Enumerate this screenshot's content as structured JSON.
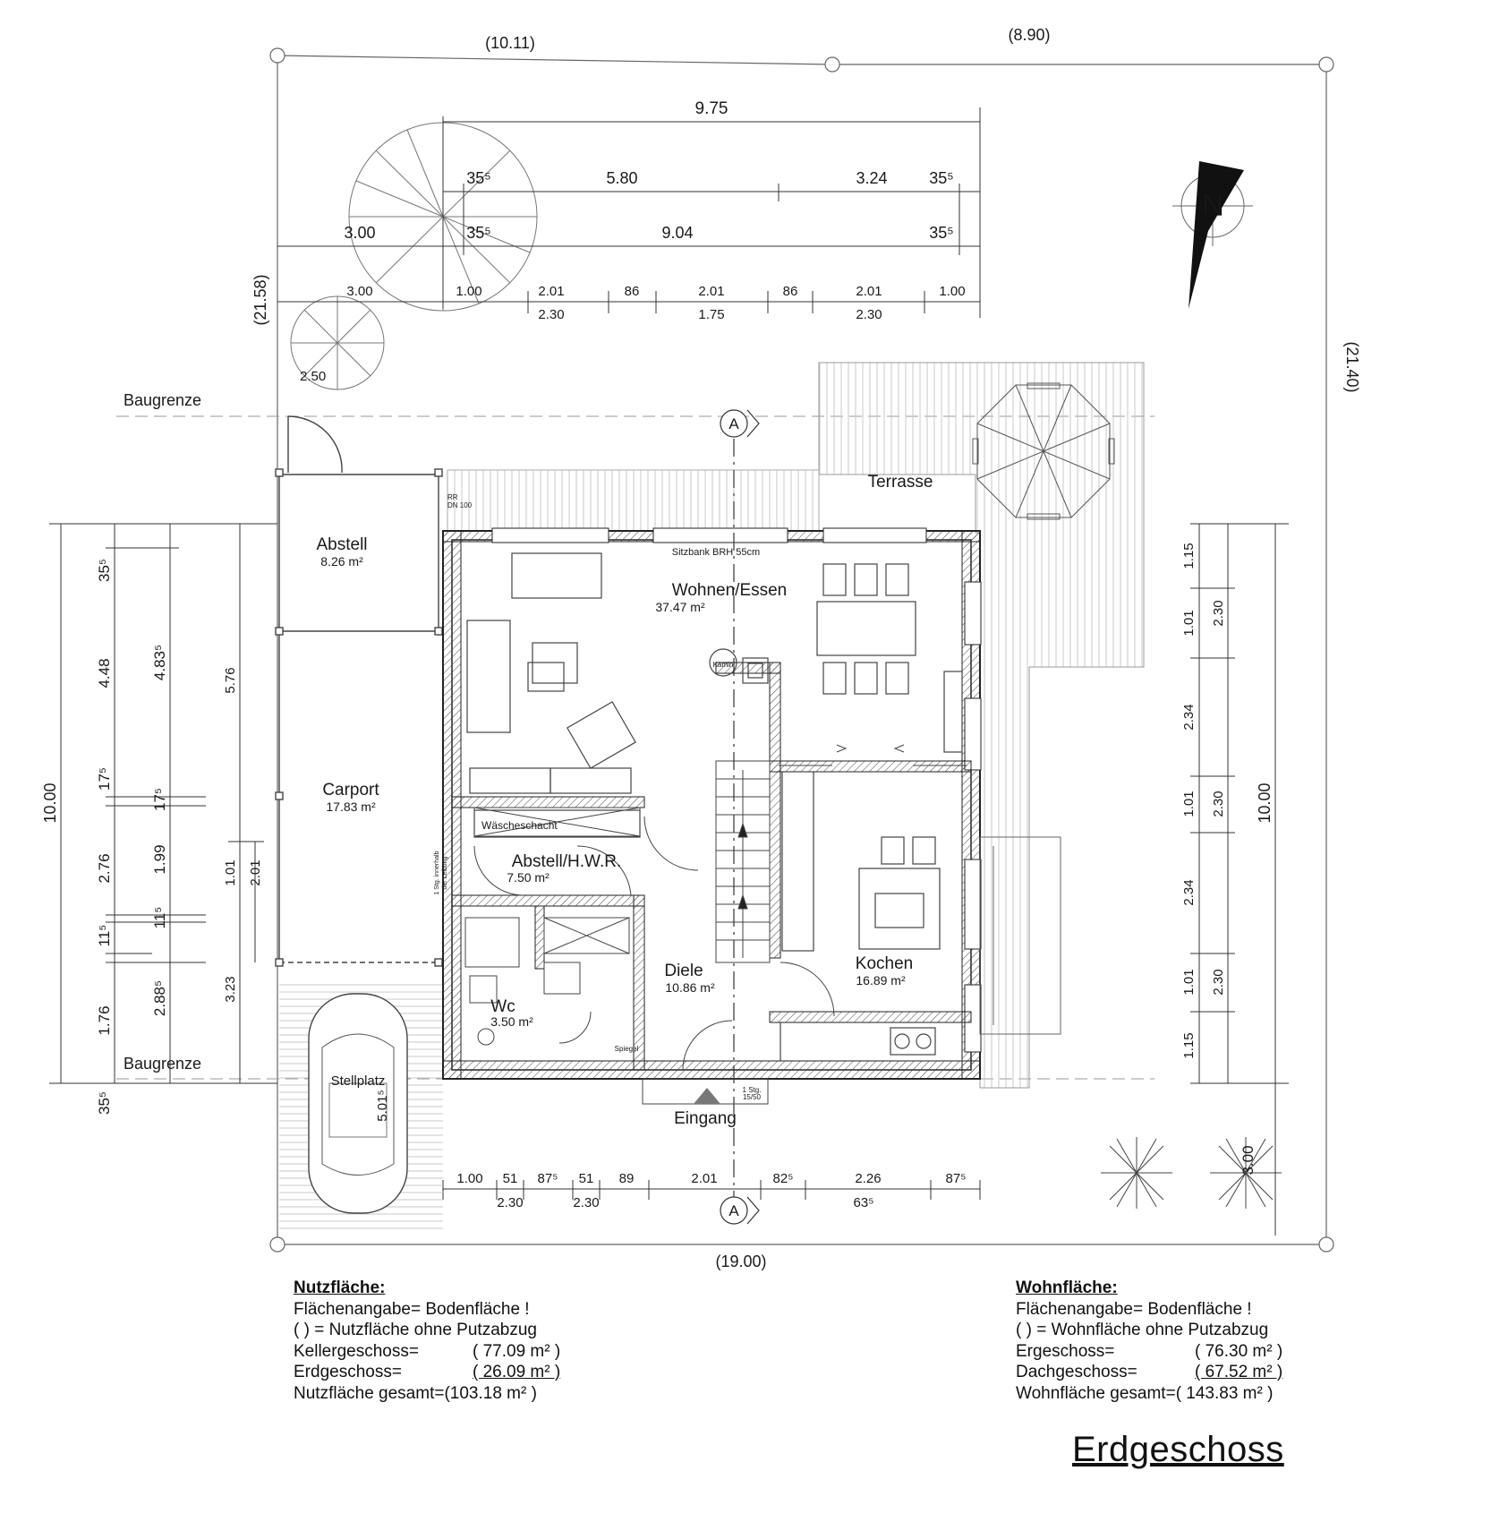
{
  "plot": {
    "width_top_left": "(10.11)",
    "width_top_right": "(8.90)",
    "depth_left": "(21.58)",
    "depth_right": "(21.40)",
    "width_bottom": "(19.00)",
    "building_limit": "Baugrenze"
  },
  "dims_top": {
    "overall": "9.75",
    "row2_a": "35⁵",
    "row2_b": "5.80",
    "row2_c": "3.24",
    "row2_d": "35⁵",
    "row3_a": "3.00",
    "row3_b": "35⁵",
    "row3_c": "9.04",
    "row3_d": "35⁵",
    "row4": [
      "3.00",
      "1.00",
      "2.01",
      "86",
      "2.01",
      "86",
      "2.01",
      "1.00"
    ],
    "row5": [
      "2.30",
      "1.75",
      "2.30"
    ],
    "tree_small": "2.50"
  },
  "dims_left": {
    "overall": "10.00",
    "col2": [
      "35⁵",
      "4.48",
      "17⁵",
      "2.76",
      "11⁵",
      "1.76",
      "35⁵"
    ],
    "col3": [
      "4.83⁵",
      "17⁵",
      "1.99",
      "11⁵",
      "2.88⁵"
    ],
    "col4": [
      "5.76",
      "1.01",
      "3.23"
    ],
    "col5": [
      "2.01"
    ]
  },
  "dims_right": {
    "overall": "10.00",
    "col1": [
      "1.15",
      "1.01",
      "2.34",
      "1.01",
      "2.34",
      "1.01",
      "1.15"
    ],
    "col2": [
      "2.30",
      "2.30",
      "2.30"
    ],
    "tree": "3.00"
  },
  "dims_bottom": {
    "row1": [
      "1.00",
      "51",
      "87⁵",
      "51",
      "89",
      "2.01",
      "82⁵",
      "2.26",
      "87⁵"
    ],
    "row2": [
      "2.30",
      "2.30",
      "63⁵"
    ]
  },
  "rooms": {
    "abstell_name": "Abstell",
    "abstell_area": "8.26 m²",
    "carport_name": "Carport",
    "carport_area": "17.83 m²",
    "wohnen_name": "Wohnen/Essen",
    "wohnen_area": "37.47 m²",
    "hwr_name": "Abstell/H.W.R.",
    "hwr_area": "7.50 m²",
    "wc_name": "Wc",
    "wc_area": "3.50 m²",
    "diele_name": "Diele",
    "diele_area": "10.86 m²",
    "kochen_name": "Kochen",
    "kochen_area": "16.89 m²",
    "terrasse": "Terrasse",
    "stellplatz": "Stellplatz",
    "stellplatz_dim": "5.01⁵",
    "eingang": "Eingang"
  },
  "notes": {
    "sitzbank": "Sitzbank  BRH 55cm",
    "rr": "RR",
    "dn": "DN 100",
    "kamin": "Kamin",
    "waeschechacht": "Wäscheschacht",
    "stg_leibung_1": "1 Stg. innerhalb",
    "stg_leibung_2": "der Leibung",
    "stg_entry_1": "1 Stg.",
    "stg_entry_2": "15/50",
    "spiegel": "Spiegel",
    "section": "A",
    "north": "N"
  },
  "nutzflaeche": {
    "heading": "Nutzfläche:",
    "line1": "Flächenangabe= Bodenfläche !",
    "line2": "( ) = Nutzfläche ohne Putzabzug",
    "keller_label": "Kellergeschoss=",
    "keller_value": "( 77.09 m² )",
    "eg_label": "Erdgeschoss=",
    "eg_value": "( 26.09 m² )",
    "total_label": "Nutzfläche gesamt=",
    "total_value": "(103.18 m² )"
  },
  "wohnflaeche": {
    "heading": "Wohnfläche:",
    "line1": "Flächenangabe= Bodenfläche !",
    "line2": "( ) = Wohnfläche ohne Putzabzug",
    "eg_label": "Ergeschoss=",
    "eg_value": "( 76.30 m² )",
    "dg_label": "Dachgeschoss=",
    "dg_value": "( 67.52 m² )",
    "total_label": "Wohnfläche gesamt=",
    "total_value": "( 143.83 m² )"
  },
  "sheet_title": "Erdgeschoss"
}
